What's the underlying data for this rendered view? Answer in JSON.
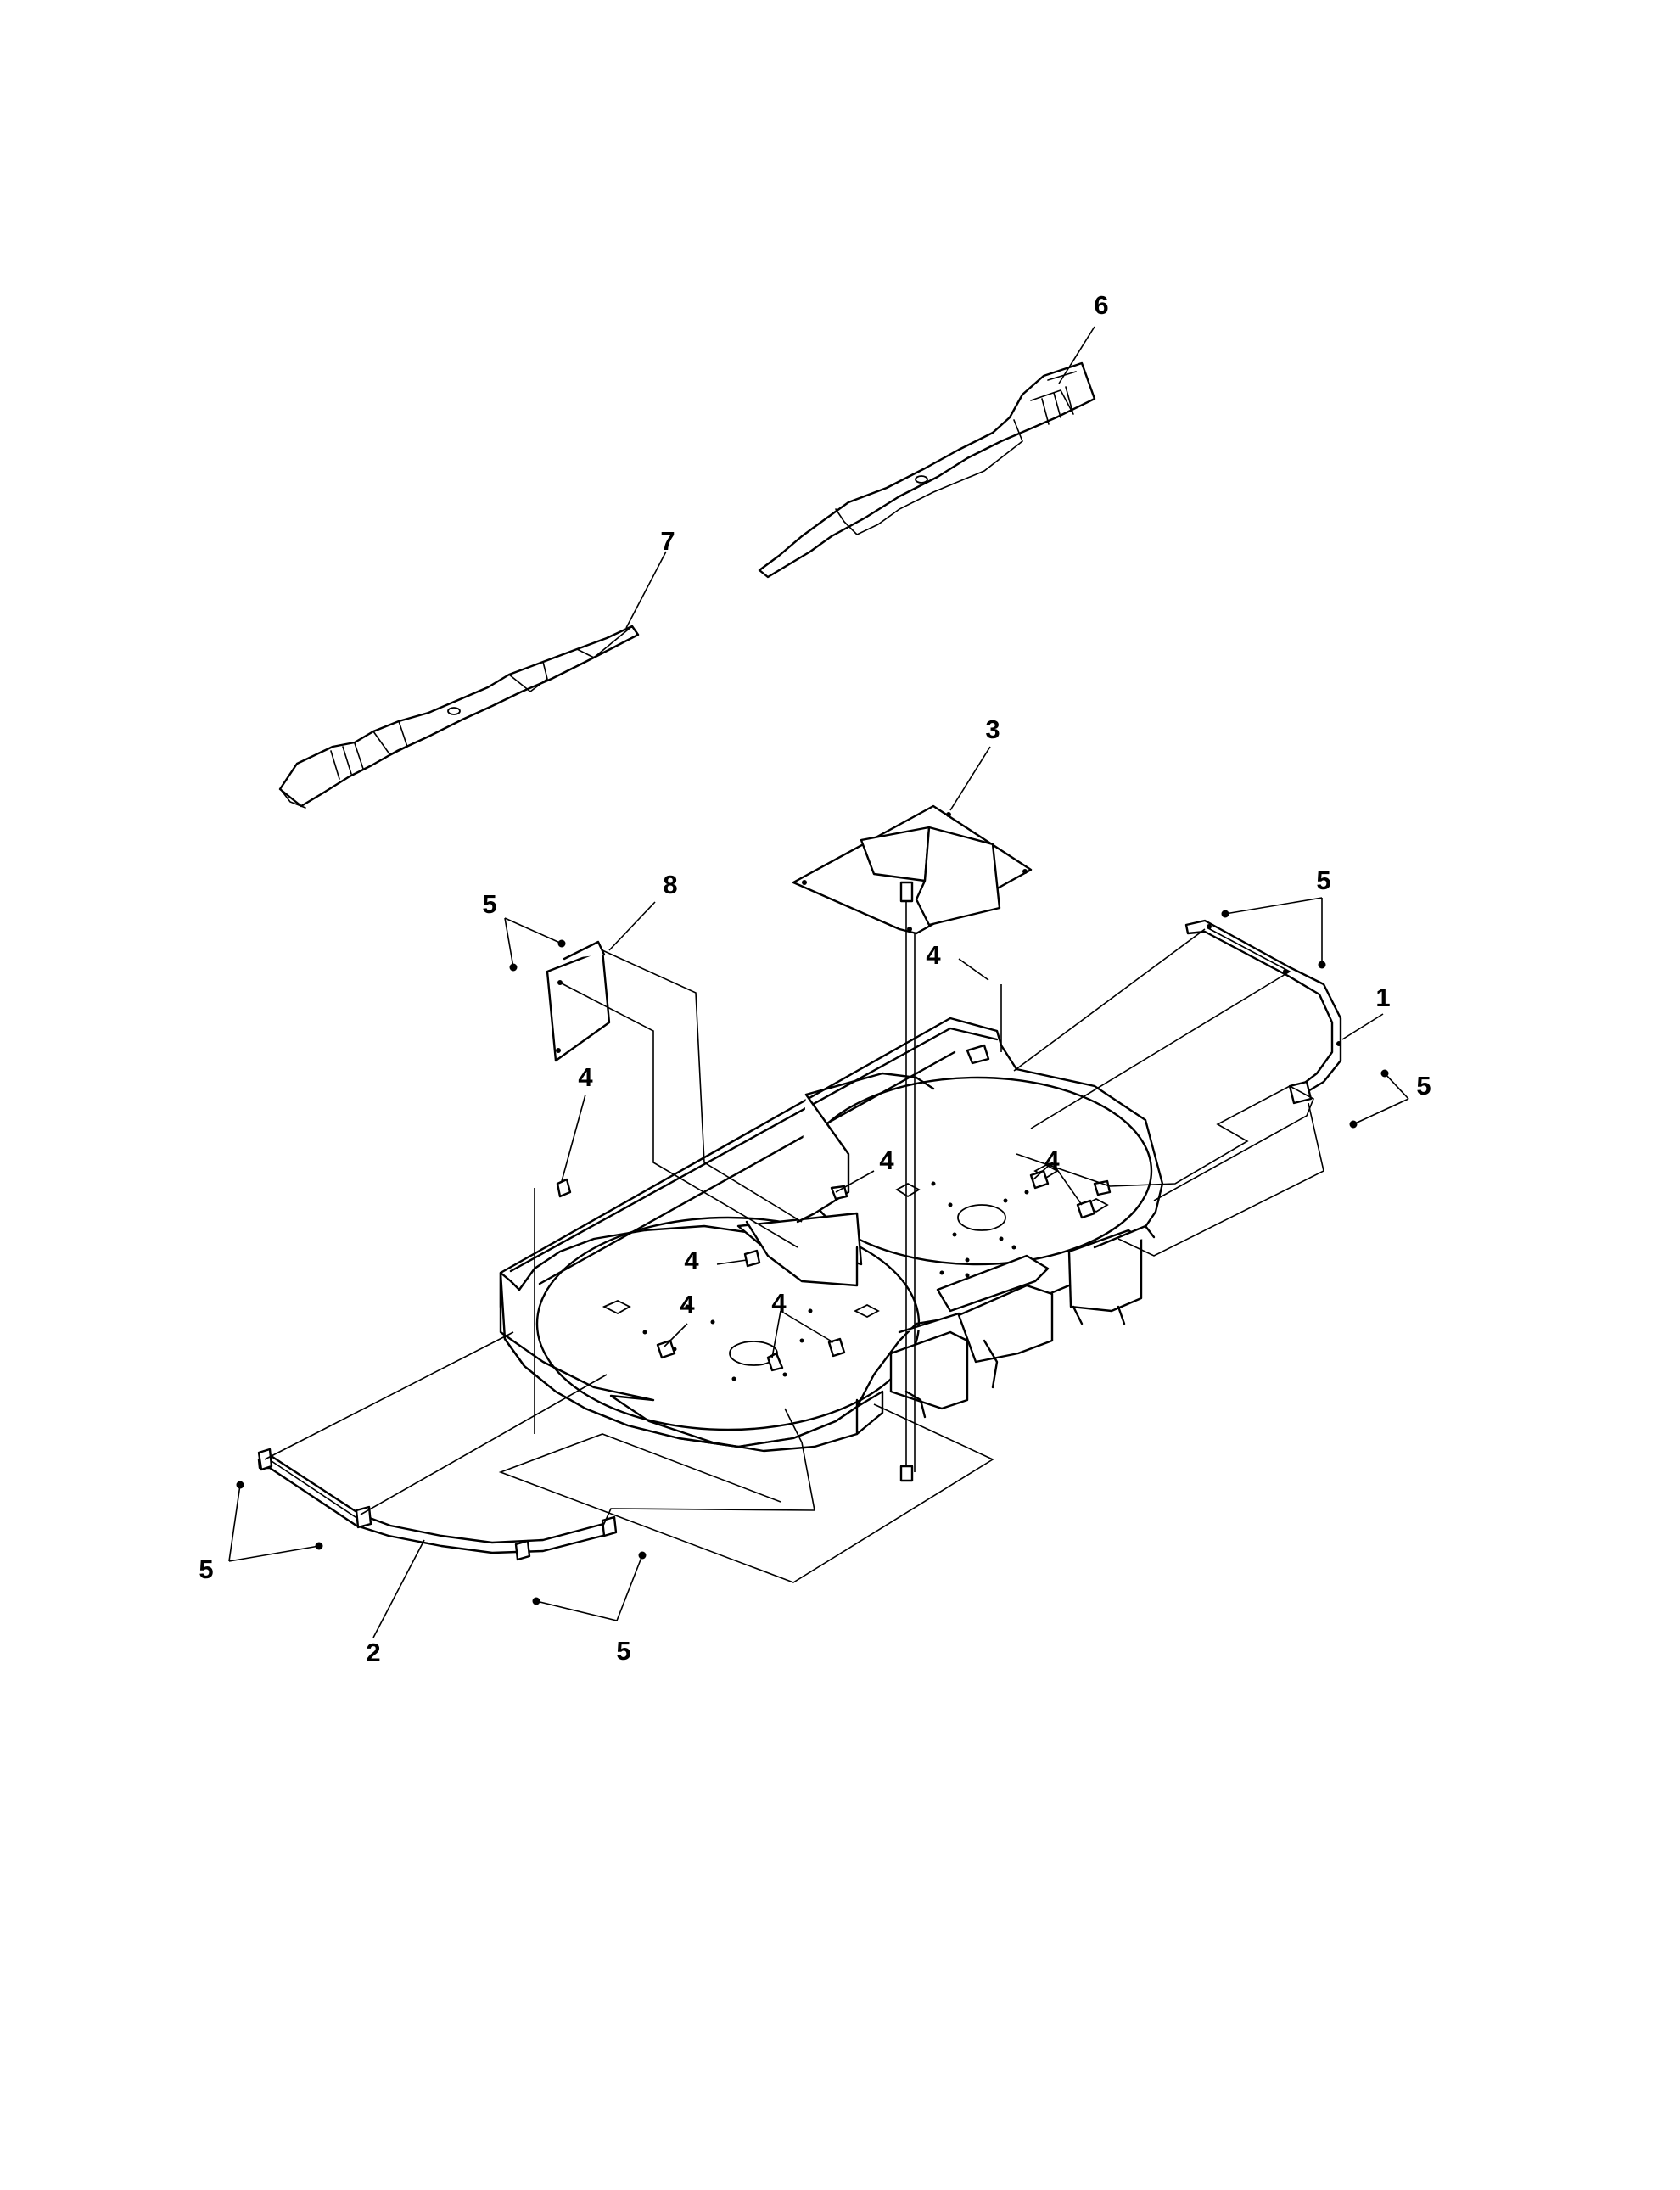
{
  "diagram": {
    "callouts": [
      {
        "id": "c1",
        "text": "1"
      },
      {
        "id": "c2",
        "text": "2"
      },
      {
        "id": "c3",
        "text": "3"
      },
      {
        "id": "c4a",
        "text": "4"
      },
      {
        "id": "c4b",
        "text": "4"
      },
      {
        "id": "c4c",
        "text": "4"
      },
      {
        "id": "c4d",
        "text": "4"
      },
      {
        "id": "c4e",
        "text": "4"
      },
      {
        "id": "c4f",
        "text": "4"
      },
      {
        "id": "c4g",
        "text": "4"
      },
      {
        "id": "c5a",
        "text": "5"
      },
      {
        "id": "c5b",
        "text": "5"
      },
      {
        "id": "c5c",
        "text": "5"
      },
      {
        "id": "c5d",
        "text": "5"
      },
      {
        "id": "c5e",
        "text": "5"
      },
      {
        "id": "c6",
        "text": "6"
      },
      {
        "id": "c7",
        "text": "7"
      },
      {
        "id": "c8",
        "text": "8"
      }
    ]
  }
}
